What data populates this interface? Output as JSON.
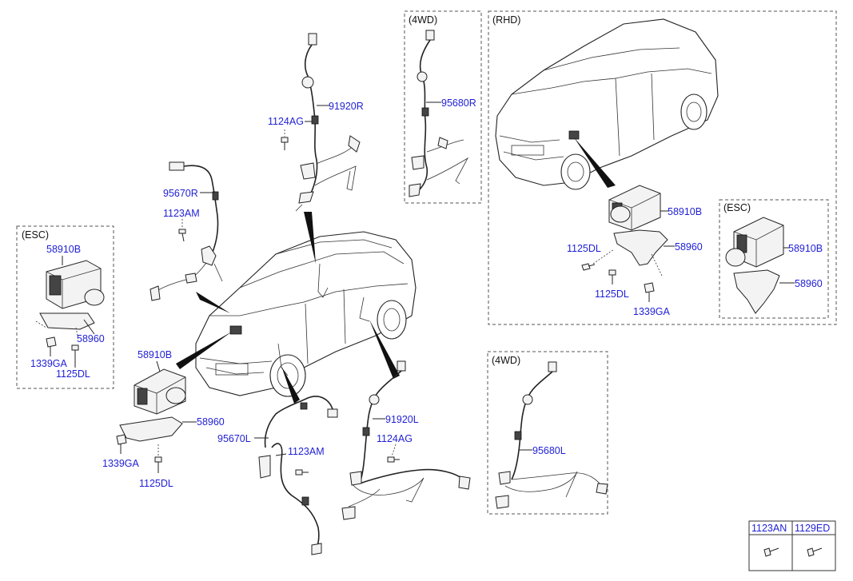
{
  "groups": {
    "g_esc_left": "(ESC)",
    "g_4wd_top": "(4WD)",
    "g_rhd": "(RHD)",
    "g_esc_right": "(ESC)",
    "g_4wd_bottom": "(4WD)"
  },
  "labels": {
    "l_91920R": "91920R",
    "l_1124AG_top": "1124AG",
    "l_95670R": "95670R",
    "l_1123AM_top": "1123AM",
    "l_95680R": "95680R",
    "l_58910B_esc_left": "58910B",
    "l_58960_esc_left": "58960",
    "l_1339GA_esc_left": "1339GA",
    "l_1125DL_esc_left": "1125DL",
    "l_58910B_main": "58910B",
    "l_58960_main": "58960",
    "l_1339GA_main": "1339GA",
    "l_1125DL_main": "1125DL",
    "l_95670L": "95670L",
    "l_1123AM_bottom": "1123AM",
    "l_91920L": "91920L",
    "l_1124AG_bottom": "1124AG",
    "l_95680L": "95680L",
    "l_58910B_rhd": "58910B",
    "l_58960_rhd": "58960",
    "l_1125DL_rhd_a": "1125DL",
    "l_1125DL_rhd_b": "1125DL",
    "l_1339GA_rhd": "1339GA",
    "l_58910B_esc_right": "58910B",
    "l_58960_esc_right": "58960"
  },
  "legend_table": {
    "col1": "1123AN",
    "col2": "1129ED"
  },
  "colors": {
    "label": "#1f1fd6",
    "line": "#222222",
    "box": "#555555"
  }
}
